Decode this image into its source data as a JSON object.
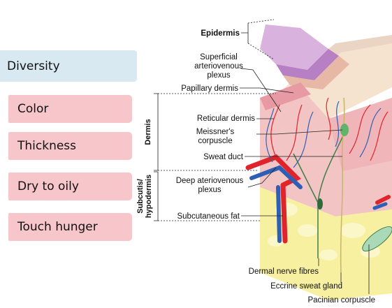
{
  "tabs": {
    "diversity": "Diversity",
    "color": "Color",
    "thickness": "Thickness",
    "dry_to_oily": "Dry to oily",
    "touch_hunger": "Touch hunger"
  },
  "diagram": {
    "epidermis": "Epidermis",
    "superficial_plexus": [
      "Superficial",
      "arteriovenous",
      "plexus"
    ],
    "papillary_dermis": "Papillary dermis",
    "reticular_dermis": "Reticular dermis",
    "meissner": [
      "Meissner's",
      "corpuscle"
    ],
    "sweat_duct": "Sweat duct",
    "deep_plexus": [
      "Deep ateriovenous",
      "plexus"
    ],
    "subcutaneous_fat": "Subcutaneous fat",
    "dermis_side": "Dermis",
    "subcutis_side": [
      "Subcutis/",
      "hypodermis"
    ],
    "dermal_nerve": "Dermal nerve fibres",
    "eccrine": "Eccrine sweat gland",
    "pacinian": "Pacinian corpuscle"
  },
  "colors": {
    "tab_blue": "#d8e9f2",
    "tab_pink": "#f6c6cb",
    "dermis": "#f3c4c4",
    "fat": "#f7f0a0",
    "epidermis": "#d9b3de",
    "artery": "#e0242c",
    "vein": "#2f5fb5"
  }
}
